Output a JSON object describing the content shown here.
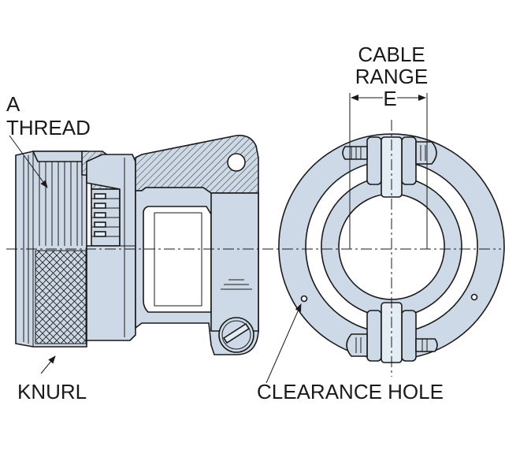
{
  "labels": {
    "thread_line1": "A",
    "thread_line2": "THREAD",
    "knurl": "KNURL",
    "cable_range_line1": "CABLE",
    "cable_range_line2": "RANGE",
    "cable_range_line3": "E",
    "clearance_hole": "CLEARANCE HOLE"
  },
  "colors": {
    "part_fill": "#cdd9e6",
    "outline": "#1a1a1a",
    "background": "#ffffff"
  }
}
